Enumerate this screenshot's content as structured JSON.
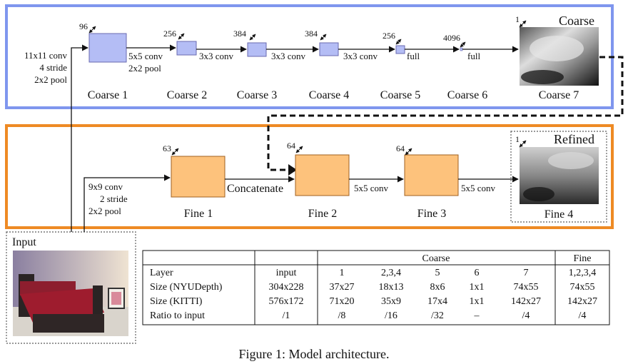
{
  "coarse": {
    "blocks": [
      {
        "name": "Coarse 1",
        "channels": "96"
      },
      {
        "name": "Coarse 2",
        "channels": "256"
      },
      {
        "name": "Coarse 3",
        "channels": "384"
      },
      {
        "name": "Coarse 4",
        "channels": "384"
      },
      {
        "name": "Coarse 5",
        "channels": "256"
      },
      {
        "name": "Coarse 6",
        "channels": "4096"
      },
      {
        "name": "Coarse 7",
        "channels": "1"
      }
    ],
    "ops": {
      "input_conv": [
        "11x11 conv",
        "4 stride",
        "2x2 pool"
      ],
      "op1": [
        "5x5 conv",
        "2x2 pool"
      ],
      "op2": "3x3 conv",
      "op3": "3x3 conv",
      "op4": "3x3 conv",
      "op5": "full",
      "op6": "full"
    },
    "image_label": "Coarse",
    "colors": {
      "frame": "#7f96ee",
      "block": "#b4bdf5"
    }
  },
  "fine": {
    "blocks": [
      {
        "name": "Fine 1",
        "channels": "63"
      },
      {
        "name": "Fine 2",
        "channels": "64"
      },
      {
        "name": "Fine 3",
        "channels": "64"
      },
      {
        "name": "Fine 4",
        "channels": "1"
      }
    ],
    "ops": {
      "input_conv": [
        "9x9 conv",
        "2 stride",
        "2x2 pool"
      ],
      "concat": "Concatenate",
      "op2": "5x5 conv",
      "op3": "5x5 conv"
    },
    "image_label": "Refined",
    "colors": {
      "frame": "#ee8a24",
      "block": "#fdc27c"
    }
  },
  "input": {
    "label": "Input"
  },
  "table": {
    "group_headers": {
      "coarse": "Coarse",
      "fine": "Fine"
    },
    "header": [
      "Layer",
      "input",
      "1",
      "2,3,4",
      "5",
      "6",
      "7",
      "1,2,3,4"
    ],
    "rows": [
      [
        "Size (NYUDepth)",
        "304x228",
        "37x27",
        "18x13",
        "8x6",
        "1x1",
        "74x55",
        "74x55"
      ],
      [
        "Size (KITTI)",
        "576x172",
        "71x20",
        "35x9",
        "17x4",
        "1x1",
        "142x27",
        "142x27"
      ],
      [
        "Ratio to input",
        "/1",
        "/8",
        "/16",
        "/32",
        "–",
        "/4",
        "/4"
      ]
    ]
  },
  "caption": "Figure 1: Model architecture."
}
